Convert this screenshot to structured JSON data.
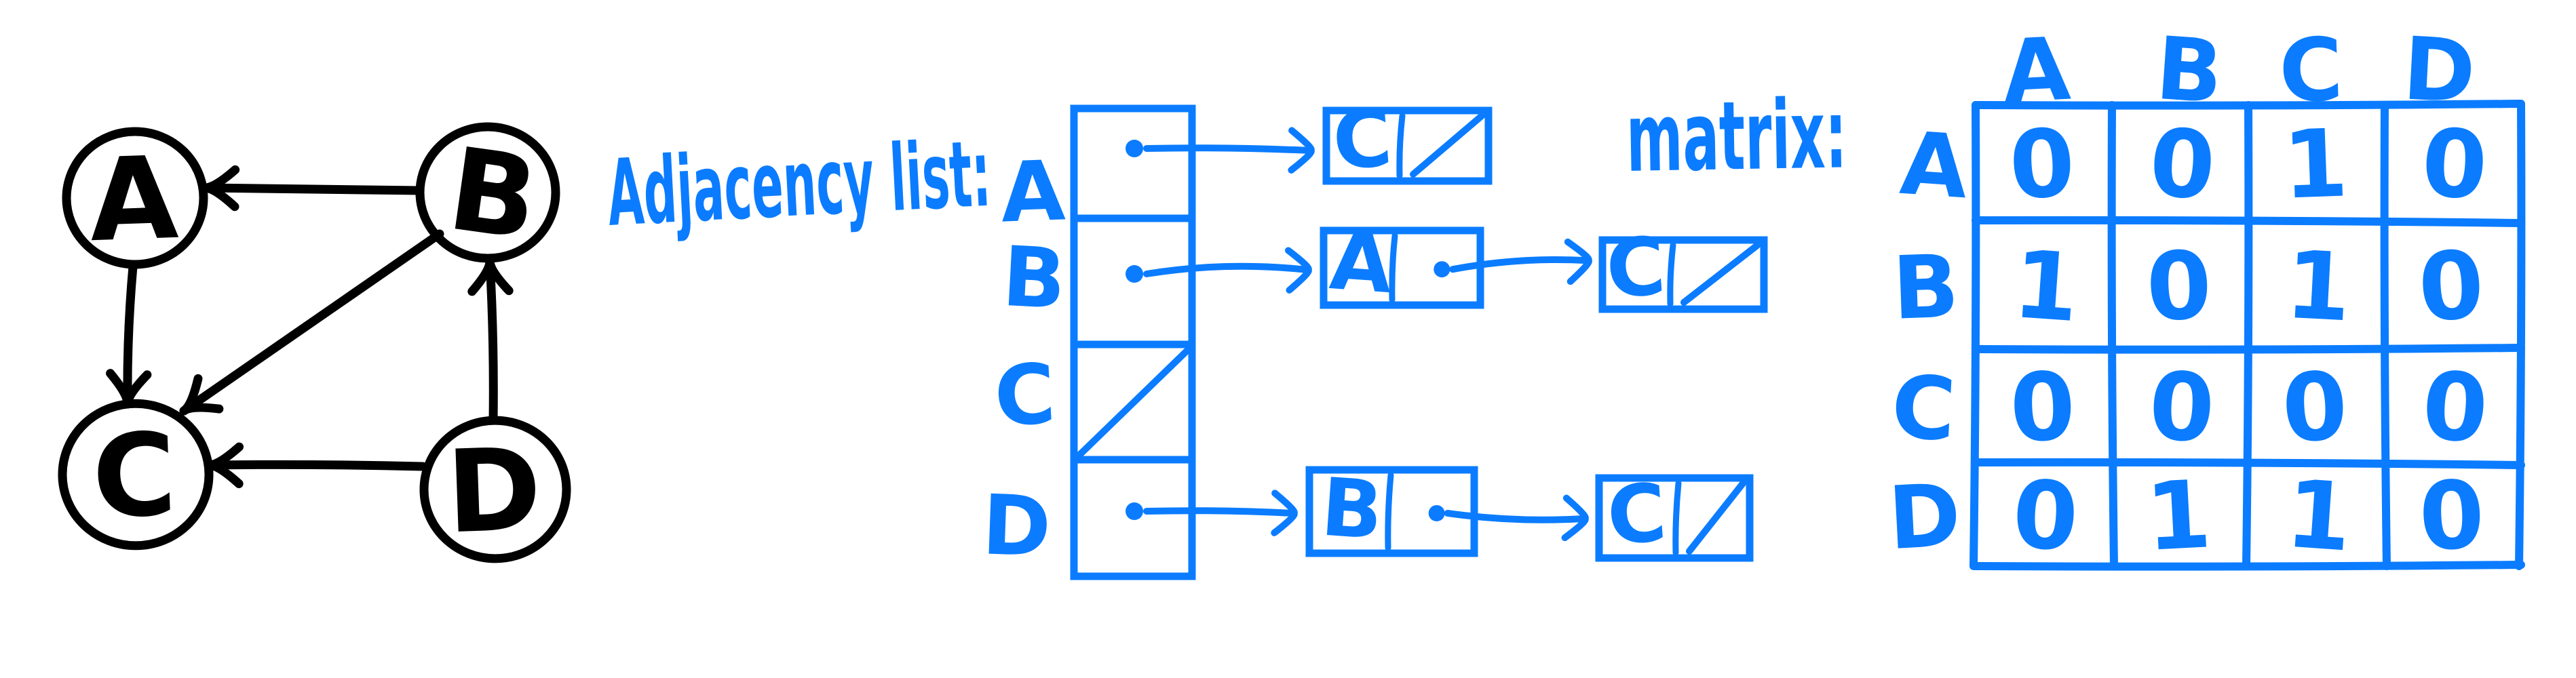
{
  "figure": {
    "background": "#ffffff",
    "ink_black": "#000000",
    "ink_blue": "#0b7cff"
  },
  "graph": {
    "nodes": [
      {
        "id": "A",
        "label": "A"
      },
      {
        "id": "B",
        "label": "B"
      },
      {
        "id": "C",
        "label": "C"
      },
      {
        "id": "D",
        "label": "D"
      }
    ],
    "edges": [
      {
        "from": "B",
        "to": "A"
      },
      {
        "from": "A",
        "to": "C"
      },
      {
        "from": "B",
        "to": "C"
      },
      {
        "from": "D",
        "to": "B"
      },
      {
        "from": "D",
        "to": "C"
      }
    ]
  },
  "adjacency_list": {
    "title": "Adjacency list:",
    "rows": [
      {
        "label": "A",
        "chain": [
          "C"
        ]
      },
      {
        "label": "B",
        "chain": [
          "A",
          "C"
        ]
      },
      {
        "label": "C",
        "chain": []
      },
      {
        "label": "D",
        "chain": [
          "B",
          "C"
        ]
      }
    ]
  },
  "adjacency_matrix": {
    "title": "matrix:",
    "columns": [
      "A",
      "B",
      "C",
      "D"
    ],
    "rows": [
      {
        "label": "A",
        "values": [
          0,
          0,
          1,
          0
        ]
      },
      {
        "label": "B",
        "values": [
          1,
          0,
          1,
          0
        ]
      },
      {
        "label": "C",
        "values": [
          0,
          0,
          0,
          0
        ]
      },
      {
        "label": "D",
        "values": [
          0,
          1,
          1,
          0
        ]
      }
    ]
  }
}
